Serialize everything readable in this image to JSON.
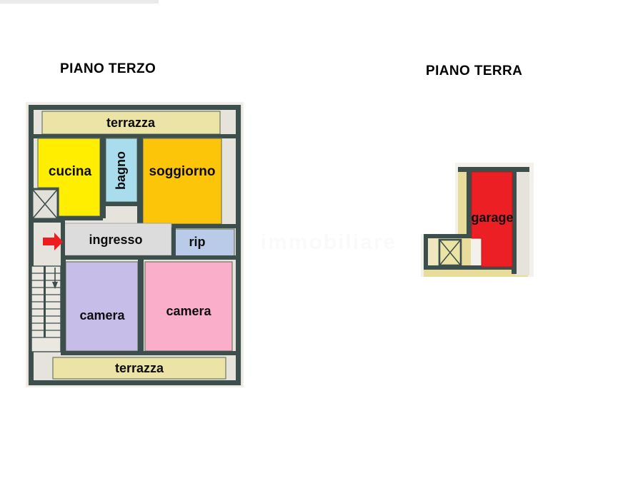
{
  "document": {
    "type": "floor-plan-sheet",
    "background_color": "#ffffff",
    "watermark_text": "immobiliare"
  },
  "plans": [
    {
      "id": "third-floor",
      "title": "PIANO TERZO",
      "rooms": [
        {
          "key": "terrazza_top",
          "label": "terrazza",
          "color": "#ece3a7",
          "orientation": "horizontal"
        },
        {
          "key": "cucina",
          "label": "cucina",
          "color": "#ffee00",
          "orientation": "horizontal"
        },
        {
          "key": "bagno",
          "label": "bagno",
          "color": "#a9dcec",
          "orientation": "vertical"
        },
        {
          "key": "soggiorno",
          "label": "soggiorno",
          "color": "#fcc50a",
          "orientation": "horizontal"
        },
        {
          "key": "ingresso",
          "label": "ingresso",
          "color": "#dcdcdc",
          "orientation": "horizontal"
        },
        {
          "key": "rip",
          "label": "rip",
          "color": "#b9cbe8",
          "orientation": "horizontal"
        },
        {
          "key": "camera_left",
          "label": "camera",
          "color": "#c6bde9",
          "orientation": "horizontal"
        },
        {
          "key": "camera_right",
          "label": "camera",
          "color": "#fbaeca",
          "orientation": "horizontal"
        },
        {
          "key": "terrazza_bottom",
          "label": "terrazza",
          "color": "#ece3a7",
          "orientation": "horizontal"
        }
      ],
      "markers": [
        {
          "key": "entrance-arrow",
          "type": "arrow",
          "color": "#ee1c1c",
          "direction": "right"
        }
      ],
      "features": [
        {
          "key": "stairs",
          "type": "staircase"
        },
        {
          "key": "shaft",
          "type": "shaft-x"
        }
      ]
    },
    {
      "id": "ground-floor",
      "title": "PIANO TERRA",
      "rooms": [
        {
          "key": "garage",
          "label": "garage",
          "color": "#ec2024",
          "orientation": "horizontal"
        }
      ],
      "features": [
        {
          "key": "shaft",
          "type": "shaft-x"
        }
      ]
    }
  ],
  "palette": {
    "wall_dark": "#3c4f4c",
    "wall_fill": "#e8e5e0",
    "hatch_cream": "#e8dc9a",
    "floor_grey": "#dcdcdc",
    "outline": "#4a5a55"
  }
}
